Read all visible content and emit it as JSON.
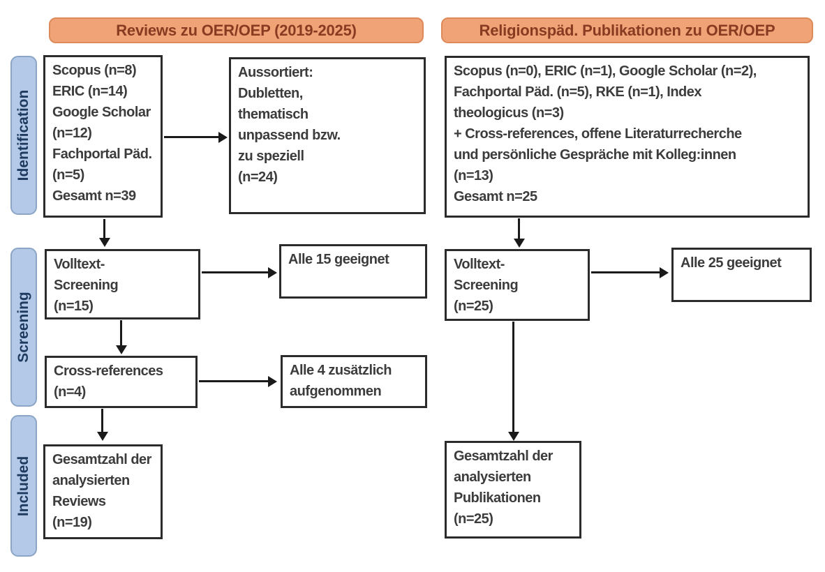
{
  "diagram": {
    "headers": {
      "left": "Reviews zu OER/OEP (2019-2025)",
      "right": "Religionspäd. Publikationen zu OER/OEP"
    },
    "stages": {
      "identification": "Identification",
      "screening": "Screening",
      "included": "Included"
    },
    "reviews": {
      "identification_box": "Scopus (n=8)\nERIC (n=14)\nGoogle Scholar\n(n=12)\nFachportal Päd.\n(n=5)\nGesamt n=39",
      "excluded_box": "Aussortiert:\nDubletten,\nthematisch\nunpassend bzw.\nzu speziell\n(n=24)",
      "fulltext_screening_box": "Volltext-\nScreening\n(n=15)",
      "fulltext_result_box": "Alle 15 geeignet",
      "crossreferences_box": "Cross-references\n(n=4)",
      "crossreferences_result_box": "Alle 4 zusätzlich\naufgenommen",
      "included_box": "Gesamtzahl der\nanalysierten\nReviews\n(n=19)"
    },
    "publications": {
      "identification_box": "Scopus (n=0), ERIC (n=1), Google Scholar (n=2),\nFachportal Päd. (n=5), RKE (n=1), Index\ntheologicus (n=3)\n+ Cross-references, offene Literaturrecherche\nund persönliche Gespräche mit Kolleg:innen\n(n=13)\nGesamt n=25",
      "fulltext_screening_box": "Volltext-\nScreening\n(n=25)",
      "fulltext_result_box": "Alle 25 geeignet",
      "included_box": "Gesamtzahl der\nanalysierten\nPublikationen\n(n=25)"
    },
    "colors": {
      "header_fill": "#F0A377",
      "header_border": "#DD8A5B",
      "header_text": "#883B21",
      "stage_fill": "#B3C9E7",
      "stage_border": "#8CA5C6",
      "stage_text": "#1E3A5E",
      "box_border": "#2B2B2B",
      "box_text": "#3C3C3C",
      "arrow": "#1A1A1A",
      "background": "#FFFFFF"
    }
  }
}
